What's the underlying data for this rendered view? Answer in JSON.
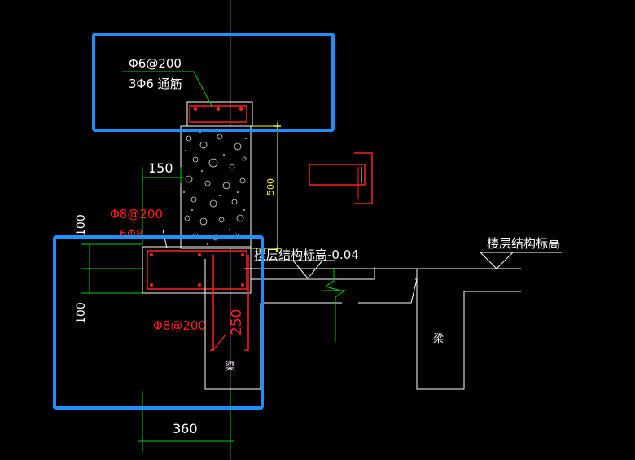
{
  "labels": {
    "top_rebar_1": "Φ6@200",
    "top_rebar_2": "3Φ6 通筋",
    "dim_150": "150",
    "dim_500": "500",
    "stirrup_mid": "Φ8@200",
    "long_bars": "6Φ8",
    "dim_100_top": "100",
    "dim_100_left": "100",
    "floor_elev_1": "楼层结构标高-0.04",
    "floor_elev_2": "楼层结构标高",
    "stirrup_low": "Φ8@200",
    "dim_250": "250",
    "beam_1": "梁",
    "beam_2": "梁",
    "dim_360": "360"
  },
  "colors": {
    "background": "#000000",
    "highlight_box": "#1e90ff",
    "rebar": "#ff2020",
    "outline": "#ffffff",
    "dimension": "#00d000",
    "leader": "#ffff00",
    "axis": "#a040a0"
  }
}
